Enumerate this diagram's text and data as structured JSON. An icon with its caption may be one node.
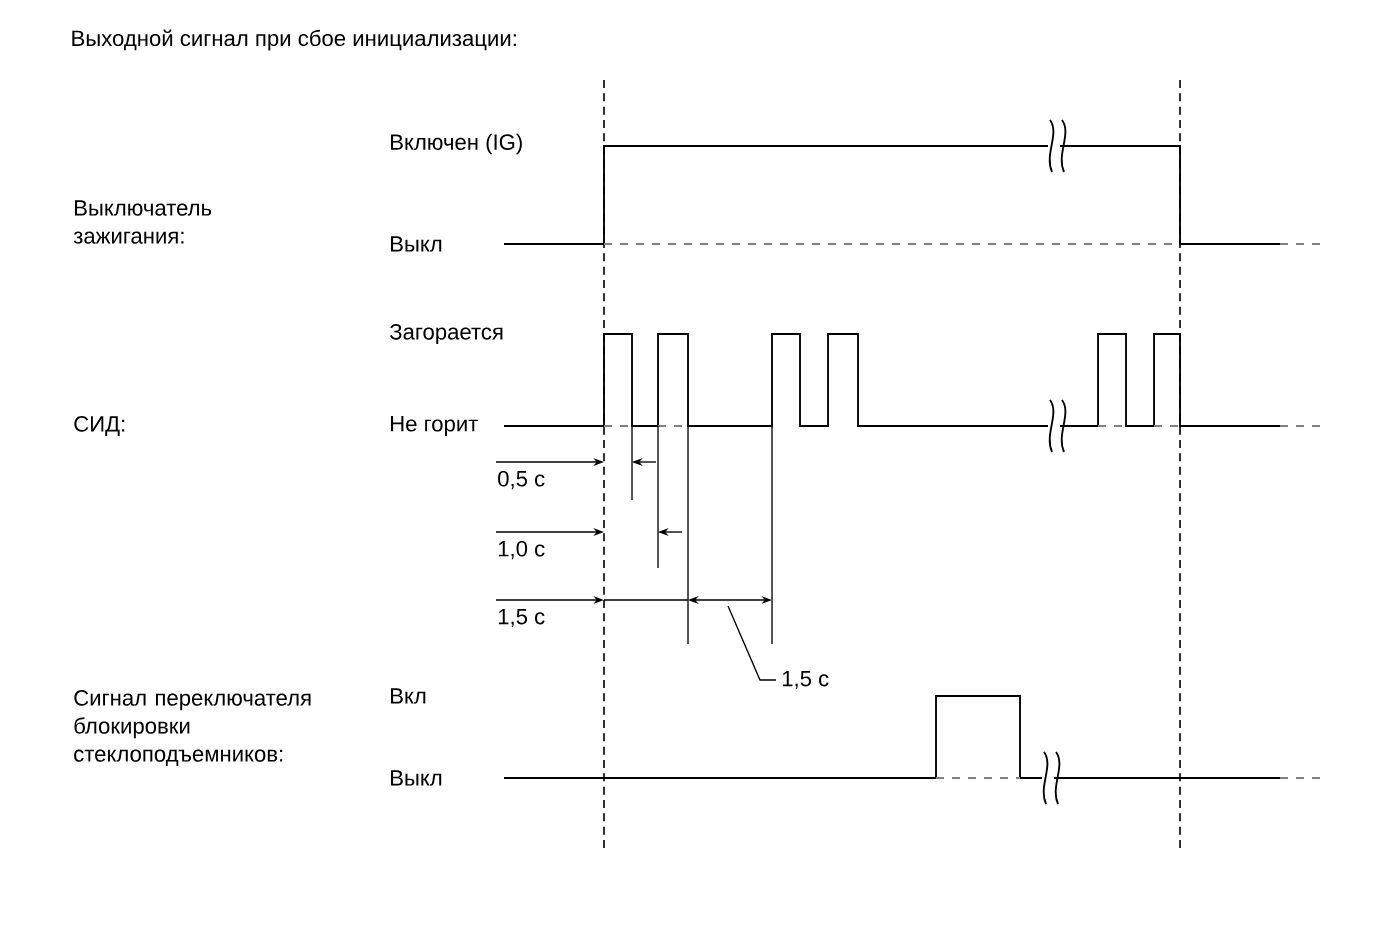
{
  "diagram": {
    "title": "Выходной сигнал при сбое инициализации:",
    "labels": [
      "Выключатель зажигания:",
      "Включен (IG)",
      "Выкл",
      "СИД:",
      "Загорается",
      "Не горит",
      "0,5 с",
      "1,0 с",
      "1,5 с",
      "1,5 с",
      "Сигнал переключателя блокировки стеклоподъемников:",
      "Вкл",
      "Выкл"
    ]
  }
}
